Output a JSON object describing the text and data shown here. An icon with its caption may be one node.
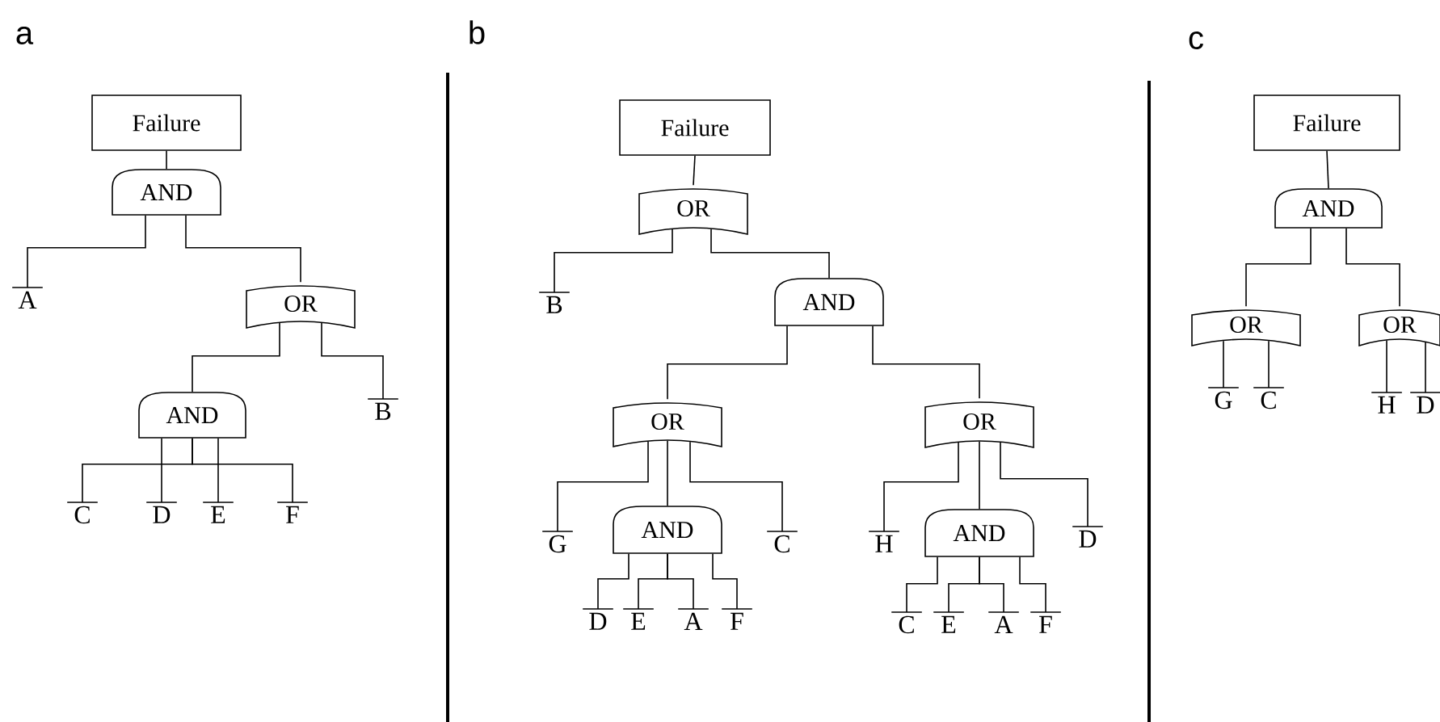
{
  "diagram": {
    "nodes": [
      {
        "text": [
          "Failure"
        ]
      },
      {
        "text": [
          "AND"
        ]
      },
      {
        "text": [
          "A"
        ]
      },
      {
        "text": [
          "OR"
        ]
      },
      {
        "text": [
          "AND"
        ]
      },
      {
        "text": [
          "B"
        ]
      },
      {
        "text": [
          "C"
        ]
      },
      {
        "text": [
          "D"
        ]
      },
      {
        "text": [
          "E"
        ]
      },
      {
        "text": [
          "F"
        ]
      },
      {
        "text": [
          "Failure"
        ]
      },
      {
        "text": [
          "OR"
        ]
      },
      {
        "text": [
          "B"
        ]
      },
      {
        "text": [
          "AND"
        ]
      },
      {
        "text": [
          "OR"
        ]
      },
      {
        "text": [
          "OR"
        ]
      },
      {
        "text": [
          "G"
        ]
      },
      {
        "text": [
          "AND"
        ]
      },
      {
        "text": [
          "C"
        ]
      },
      {
        "text": [
          "H"
        ]
      },
      {
        "text": [
          "AND"
        ]
      },
      {
        "text": [
          "D"
        ]
      },
      {
        "text": [
          "D"
        ]
      },
      {
        "text": [
          "E"
        ]
      },
      {
        "text": [
          "A"
        ]
      },
      {
        "text": [
          "F"
        ]
      },
      {
        "text": [
          "C"
        ]
      },
      {
        "text": [
          "E"
        ]
      },
      {
        "text": [
          "A"
        ]
      },
      {
        "text": [
          "F"
        ]
      },
      {
        "text": [
          "Failure"
        ]
      },
      {
        "text": [
          "AND"
        ]
      },
      {
        "text": [
          "OR"
        ]
      },
      {
        "text": [
          "OR"
        ]
      },
      {
        "text": [
          "G"
        ]
      },
      {
        "text": [
          "C"
        ]
      },
      {
        "text": [
          "H"
        ]
      },
      {
        "text": [
          "D"
        ]
      }
    ],
    "edges": [
      {
        "from": 0,
        "to": 1,
        "arrow": "none"
      },
      {
        "from": 1,
        "to": 2,
        "arrow": "none"
      },
      {
        "from": 1,
        "to": 3,
        "arrow": "none"
      },
      {
        "from": 3,
        "to": 4,
        "arrow": "none"
      },
      {
        "from": 3,
        "to": 5,
        "arrow": "none"
      },
      {
        "from": 4,
        "to": 6,
        "arrow": "none"
      },
      {
        "from": 4,
        "to": 7,
        "arrow": "none"
      },
      {
        "from": 4,
        "to": 8,
        "arrow": "none"
      },
      {
        "from": 4,
        "to": 9,
        "arrow": "none"
      },
      {
        "from": 10,
        "to": 11,
        "arrow": "none"
      },
      {
        "from": 11,
        "to": 12,
        "arrow": "none"
      },
      {
        "from": 11,
        "to": 13,
        "arrow": "none"
      },
      {
        "from": 13,
        "to": 14,
        "arrow": "none"
      },
      {
        "from": 13,
        "to": 15,
        "arrow": "none"
      },
      {
        "from": 14,
        "to": 16,
        "arrow": "none"
      },
      {
        "from": 14,
        "to": 17,
        "arrow": "none"
      },
      {
        "from": 14,
        "to": 18,
        "arrow": "none"
      },
      {
        "from": 15,
        "to": 19,
        "arrow": "none"
      },
      {
        "from": 15,
        "to": 20,
        "arrow": "none"
      },
      {
        "from": 15,
        "to": 21,
        "arrow": "none"
      },
      {
        "from": 17,
        "to": 22,
        "arrow": "none"
      },
      {
        "from": 17,
        "to": 23,
        "arrow": "none"
      },
      {
        "from": 17,
        "to": 24,
        "arrow": "none"
      },
      {
        "from": 17,
        "to": 25,
        "arrow": "none"
      },
      {
        "from": 20,
        "to": 26,
        "arrow": "none"
      },
      {
        "from": 20,
        "to": 27,
        "arrow": "none"
      },
      {
        "from": 20,
        "to": 28,
        "arrow": "none"
      },
      {
        "from": 20,
        "to": 29,
        "arrow": "none"
      },
      {
        "from": 30,
        "to": 31,
        "arrow": "none"
      },
      {
        "from": 31,
        "to": 32,
        "arrow": "none"
      },
      {
        "from": 31,
        "to": 33,
        "arrow": "none"
      },
      {
        "from": 32,
        "to": 34,
        "arrow": "none"
      },
      {
        "from": 32,
        "to": 35,
        "arrow": "none"
      },
      {
        "from": 33,
        "to": 36,
        "arrow": "none"
      },
      {
        "from": 33,
        "to": 37,
        "arrow": "none"
      }
    ],
    "labels": [
      "a",
      "b",
      "c"
    ]
  }
}
